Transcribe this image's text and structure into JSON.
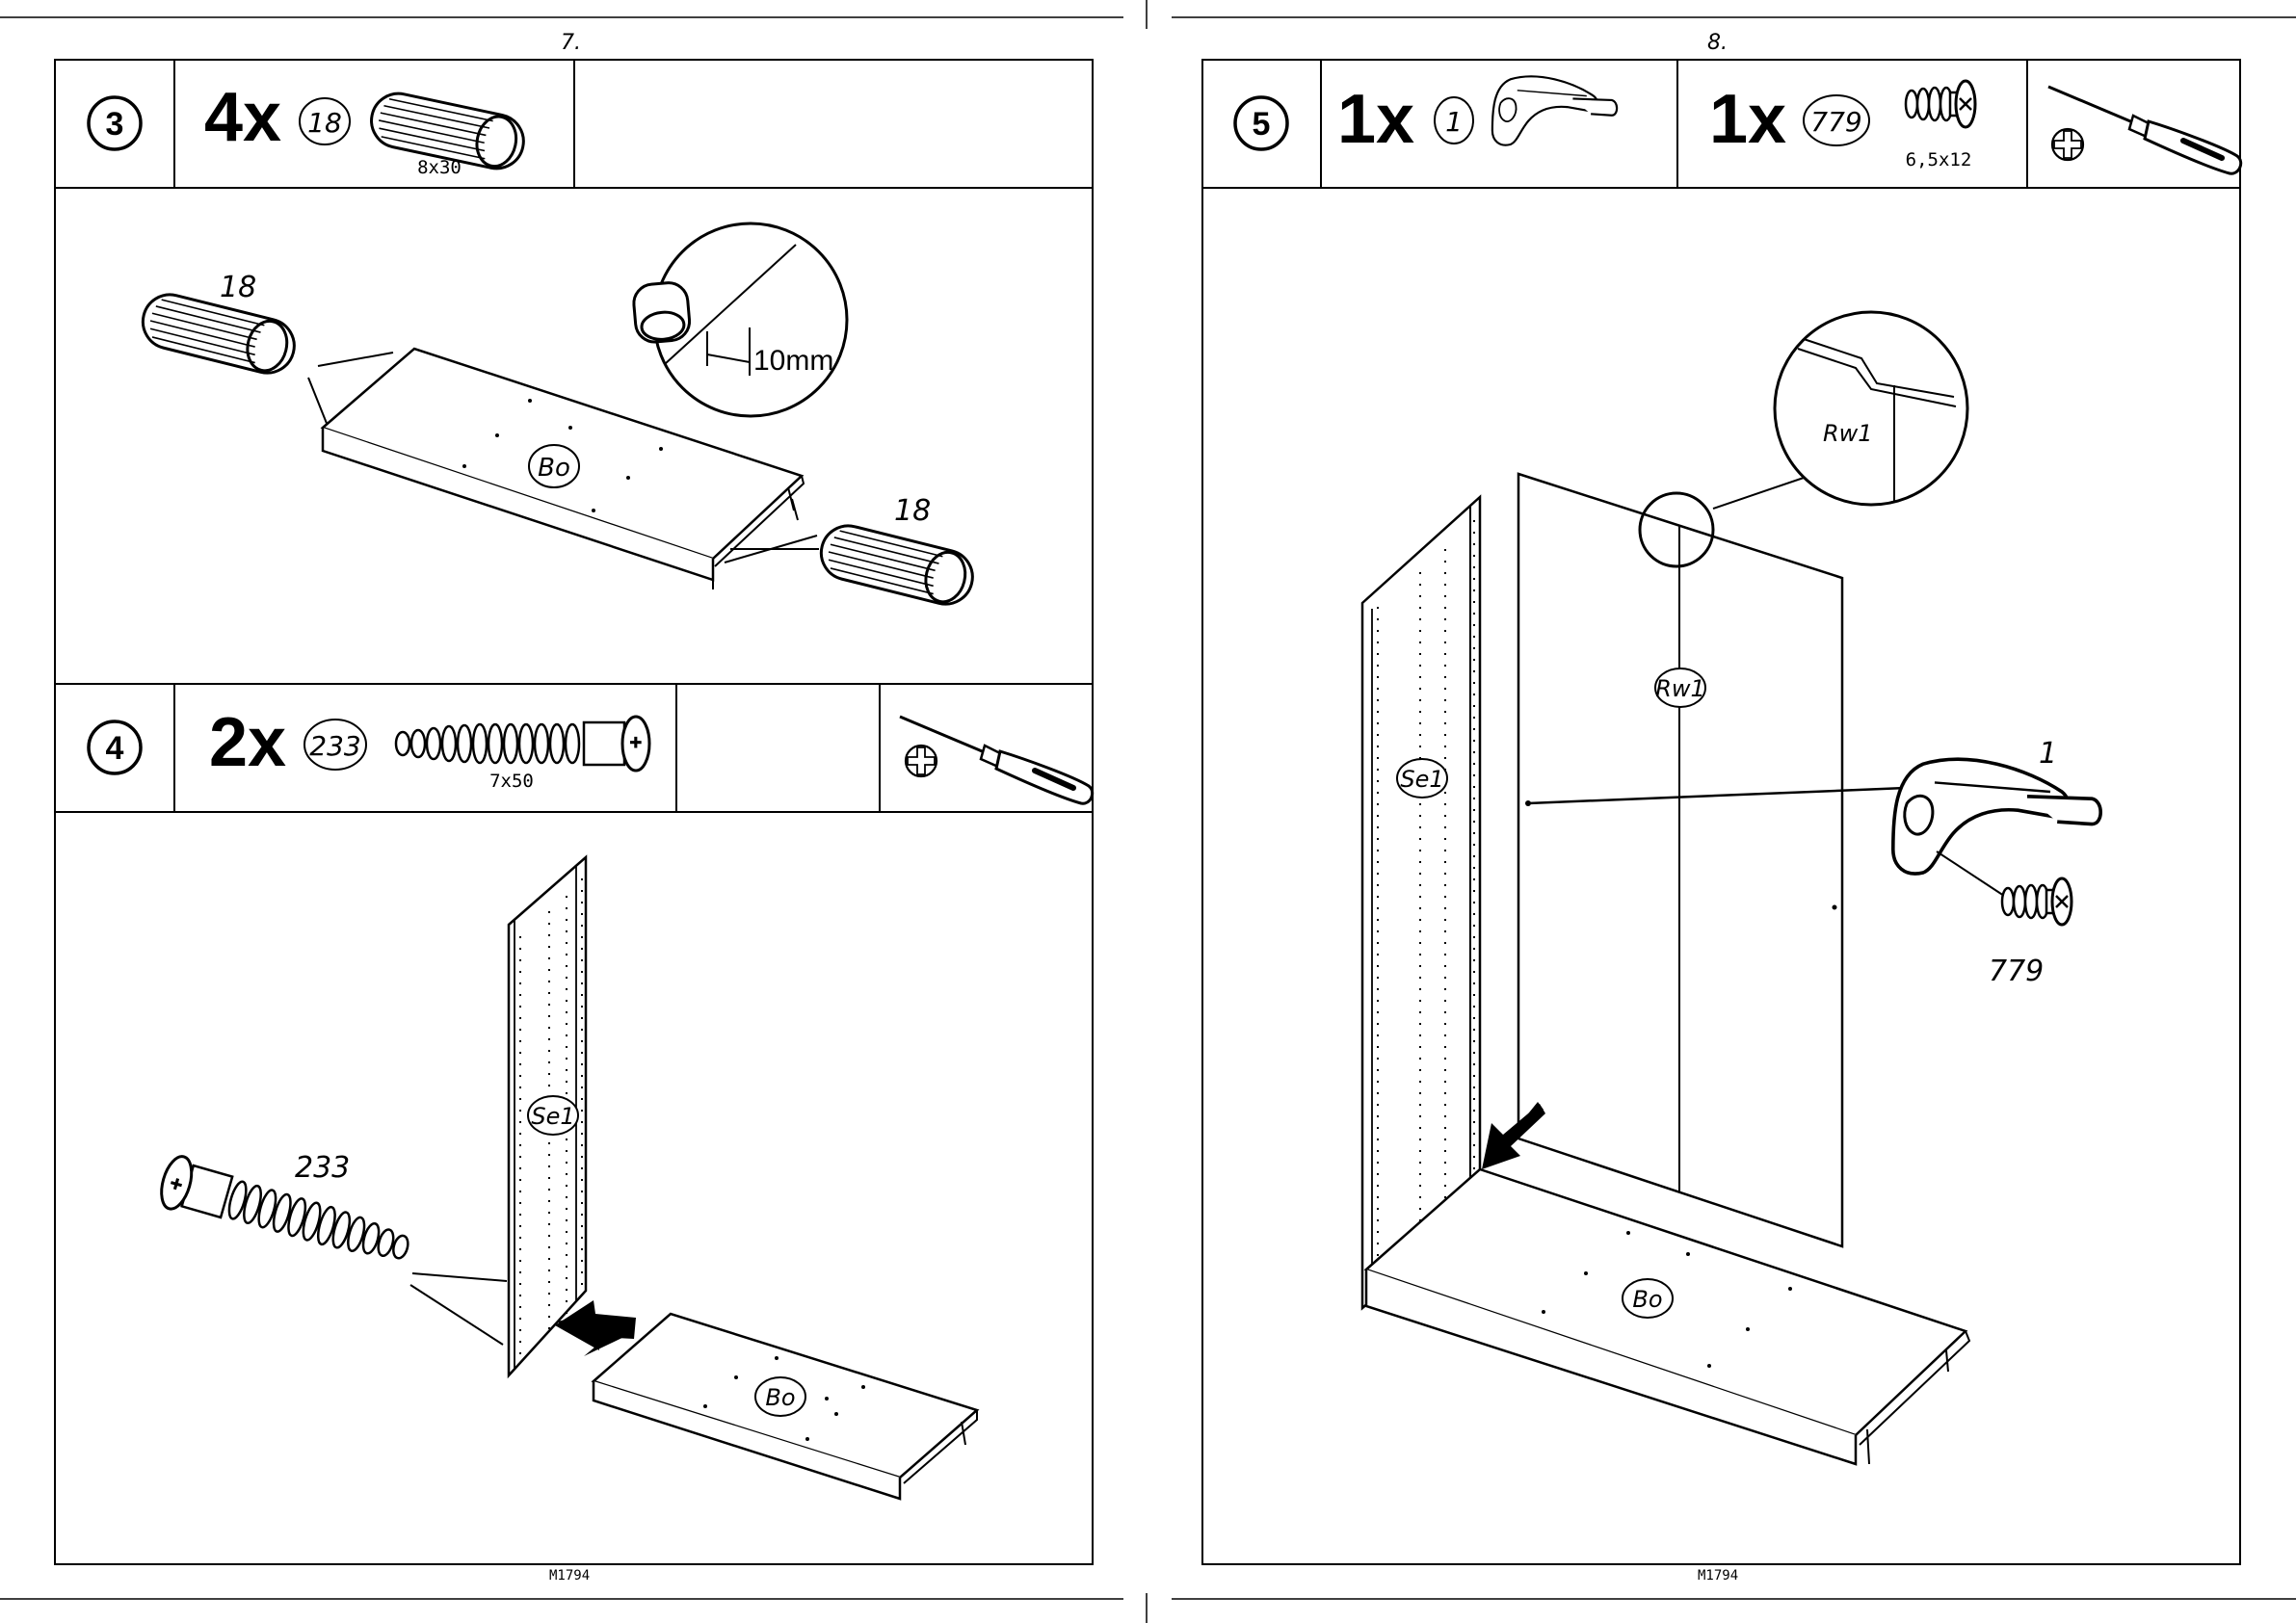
{
  "left_page": {
    "page_number": "7.",
    "footer_code": "M1794",
    "step3": {
      "step_number": "3",
      "qty": "4x",
      "part_id": "18",
      "part_size": "8x30",
      "callout_part_left": "18",
      "callout_part_right": "18",
      "panel_label": "Bo",
      "detail_measure": "10mm"
    },
    "step4": {
      "step_number": "4",
      "qty": "2x",
      "part_id": "233",
      "part_size": "7x50",
      "callout_part": "233",
      "side_panel_label": "Se1",
      "bottom_panel_label": "Bo"
    }
  },
  "right_page": {
    "page_number": "8.",
    "footer_code": "M1794",
    "step5": {
      "step_number": "5",
      "qty_a": "1x",
      "part_a_id": "1",
      "qty_b": "1x",
      "part_b_id": "779",
      "part_b_size": "6,5x12",
      "callout_part_a": "1",
      "callout_part_b": "779",
      "back_panel_label": "Rw1",
      "detail_label": "Rw1",
      "side_panel_label": "Se1",
      "bottom_panel_label": "Bo"
    }
  },
  "icons": [
    "dowel-icon",
    "screw-icon",
    "bracket-icon",
    "screwdriver-icon",
    "phillips-tip-icon",
    "arrow-icon"
  ]
}
